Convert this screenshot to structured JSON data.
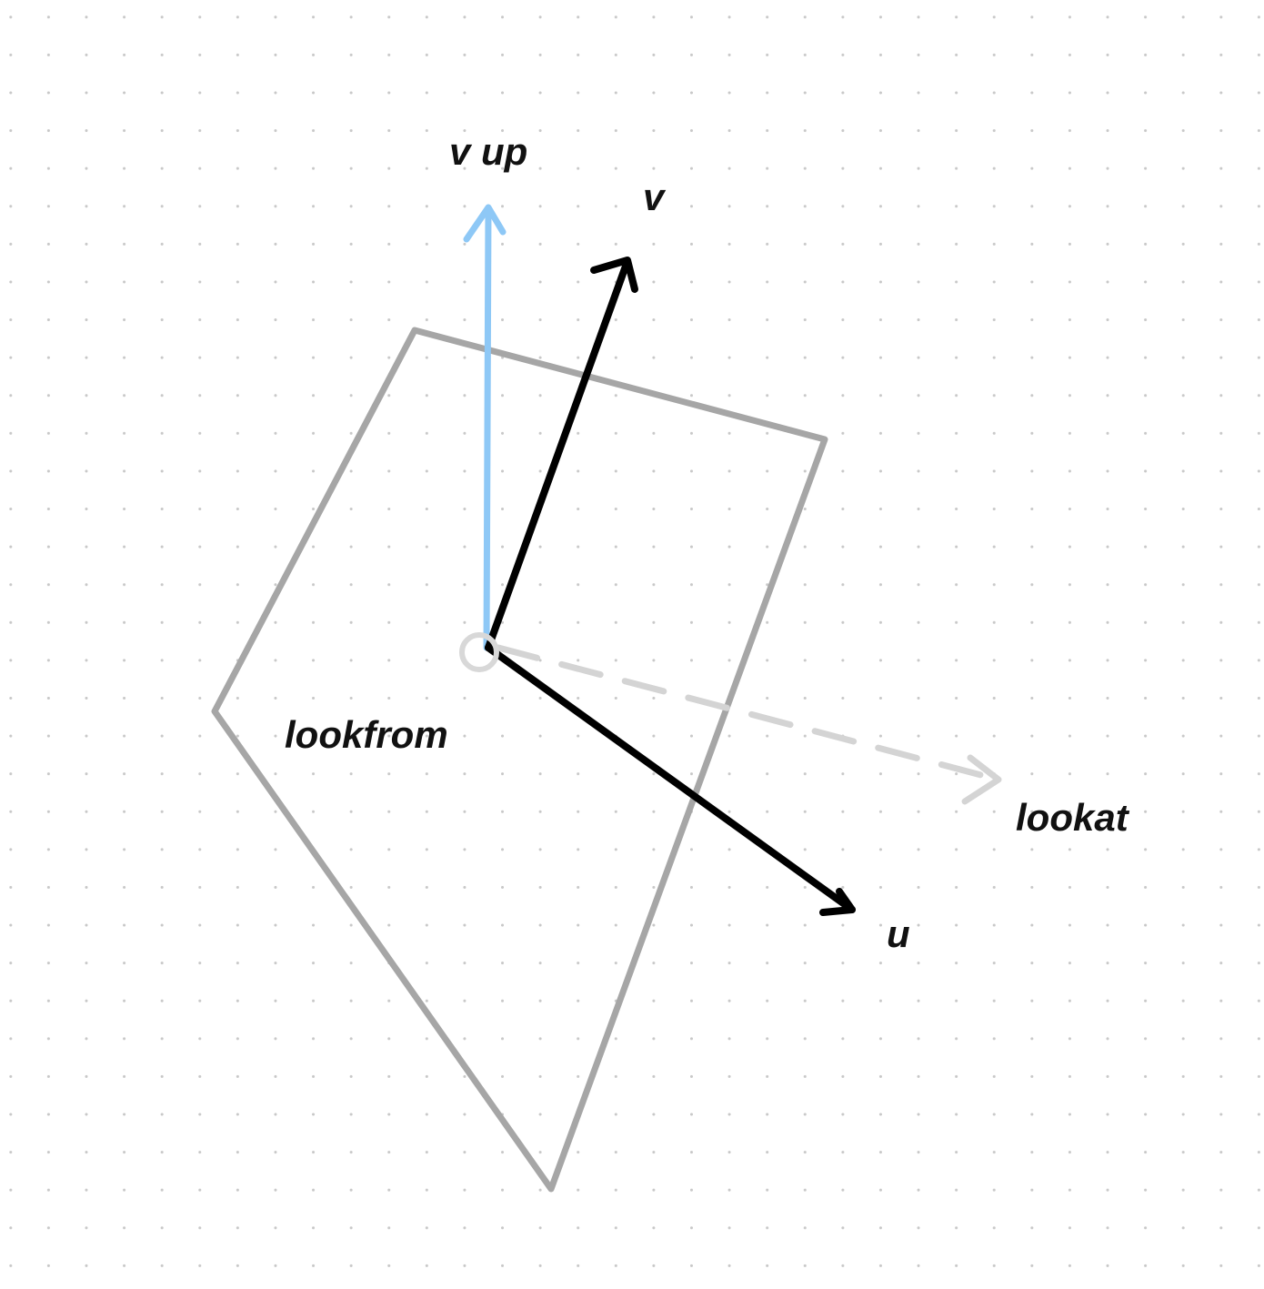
{
  "labels": {
    "vup": "v up",
    "v": "v",
    "lookfrom": "lookfrom",
    "lookat": "lookat",
    "u": "u"
  },
  "colors": {
    "plane": "#a6a6a6",
    "vup": "#8ec8f6",
    "vector": "#000000",
    "lookat": "#d4d4d4",
    "origin": "#d8d8d8",
    "dots": "#c8c8c8"
  },
  "icons": {
    "origin": "circle-icon",
    "arrowhead": "arrowhead-icon"
  }
}
